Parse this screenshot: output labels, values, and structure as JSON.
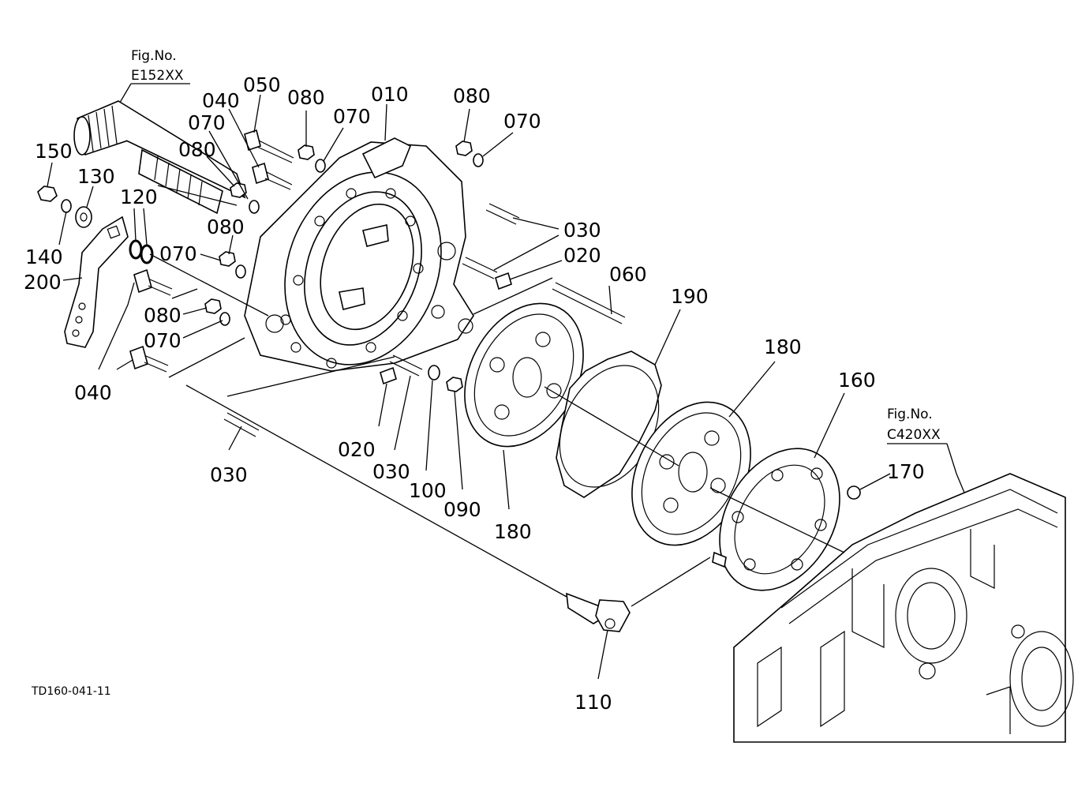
{
  "figure_refs": [
    {
      "id": "top-left",
      "label": "Fig.No.",
      "code": "E152XX"
    },
    {
      "id": "right",
      "label": "Fig.No.",
      "code": "C420XX"
    }
  ],
  "drawing_code": "TD160-041-11",
  "callouts": [
    {
      "id": "c010",
      "text": "010"
    },
    {
      "id": "c050",
      "text": "050"
    },
    {
      "id": "c080a",
      "text": "080"
    },
    {
      "id": "c070a",
      "text": "070"
    },
    {
      "id": "c040a",
      "text": "040"
    },
    {
      "id": "c070b",
      "text": "070"
    },
    {
      "id": "c080b",
      "text": "080"
    },
    {
      "id": "c080c",
      "text": "080"
    },
    {
      "id": "c070c",
      "text": "070"
    },
    {
      "id": "c150",
      "text": "150"
    },
    {
      "id": "c130",
      "text": "130"
    },
    {
      "id": "c120",
      "text": "120"
    },
    {
      "id": "c140",
      "text": "140"
    },
    {
      "id": "c200",
      "text": "200"
    },
    {
      "id": "c080d",
      "text": "080"
    },
    {
      "id": "c070d",
      "text": "070"
    },
    {
      "id": "c080e",
      "text": "080"
    },
    {
      "id": "c070e",
      "text": "070"
    },
    {
      "id": "c040b",
      "text": "040"
    },
    {
      "id": "c030a",
      "text": "030"
    },
    {
      "id": "c020a",
      "text": "020"
    },
    {
      "id": "c060",
      "text": "060"
    },
    {
      "id": "c190",
      "text": "190"
    },
    {
      "id": "c180a",
      "text": "180"
    },
    {
      "id": "c160",
      "text": "160"
    },
    {
      "id": "c170",
      "text": "170"
    },
    {
      "id": "c020b",
      "text": "020"
    },
    {
      "id": "c030b",
      "text": "030"
    },
    {
      "id": "c100",
      "text": "100"
    },
    {
      "id": "c090",
      "text": "090"
    },
    {
      "id": "c180b",
      "text": "180"
    },
    {
      "id": "c030c",
      "text": "030"
    },
    {
      "id": "c110",
      "text": "110"
    }
  ]
}
